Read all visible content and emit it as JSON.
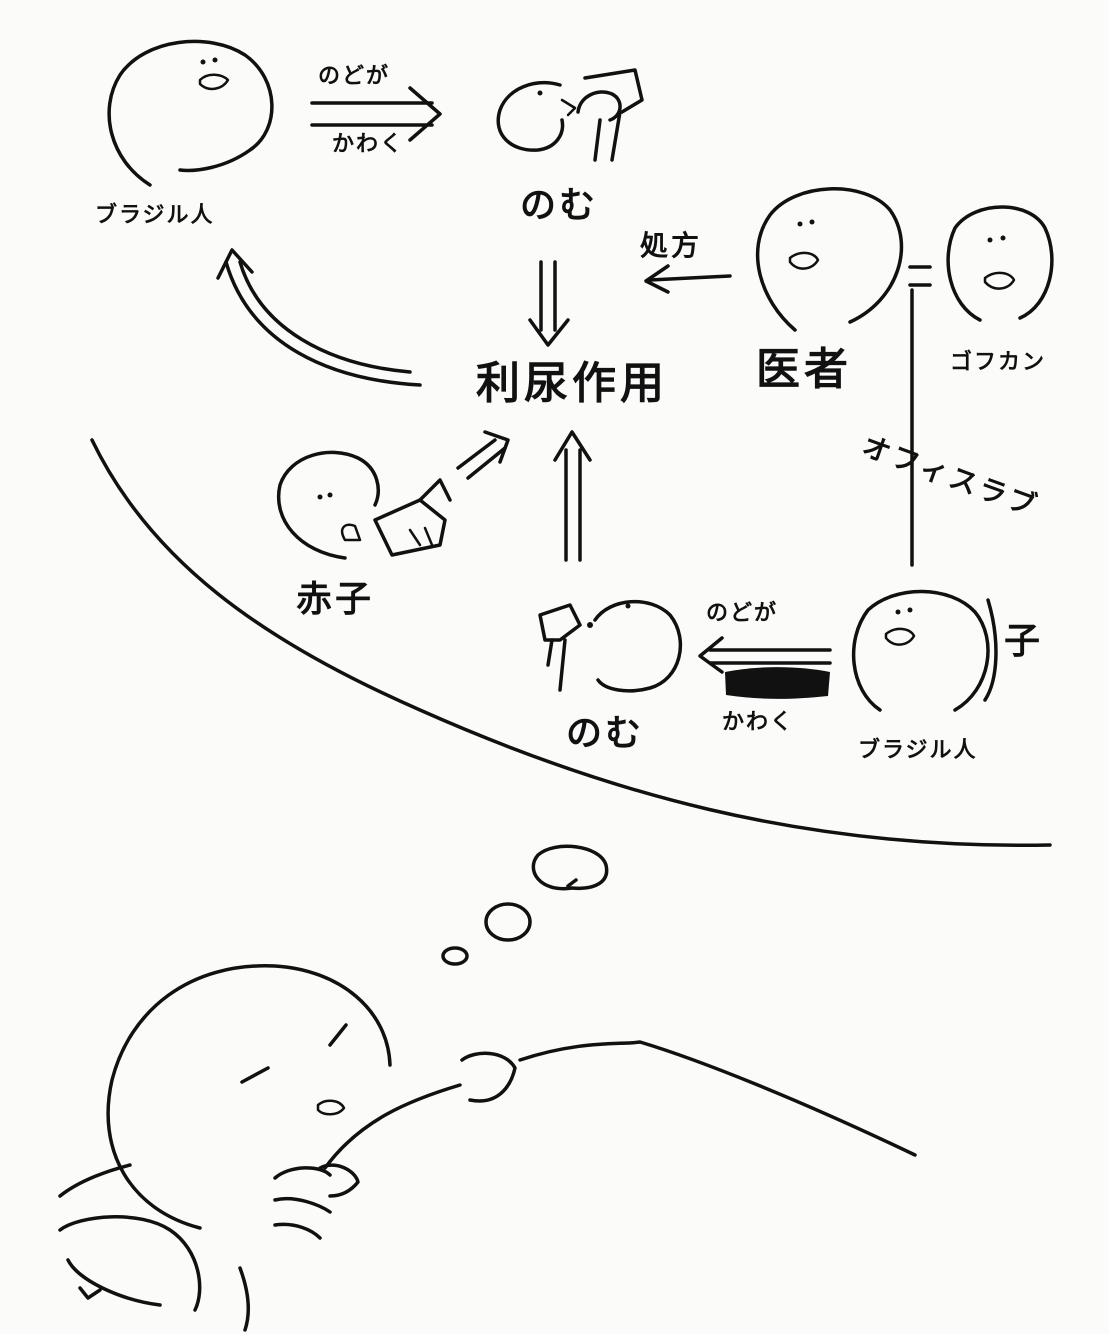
{
  "labels": {
    "top_person": "ブラジル人",
    "top_arrow_upper": "のどが",
    "top_arrow_lower": "かわく",
    "top_drink": "のむ",
    "prescription": "処方",
    "doctor": "医者",
    "equals": "=",
    "gofukan": "ゴフカン",
    "diuretic": "利尿作用",
    "baby": "赤子",
    "office_love": "オフィスラブ",
    "bottom_drink": "のむ",
    "bottom_arrow_upper": "のどが",
    "bottom_arrow_lower": "かわく",
    "child_suffix": "子",
    "bottom_person": "ブラジル人"
  },
  "colors": {
    "ink": "#111111",
    "paper": "#fbfbfa"
  }
}
